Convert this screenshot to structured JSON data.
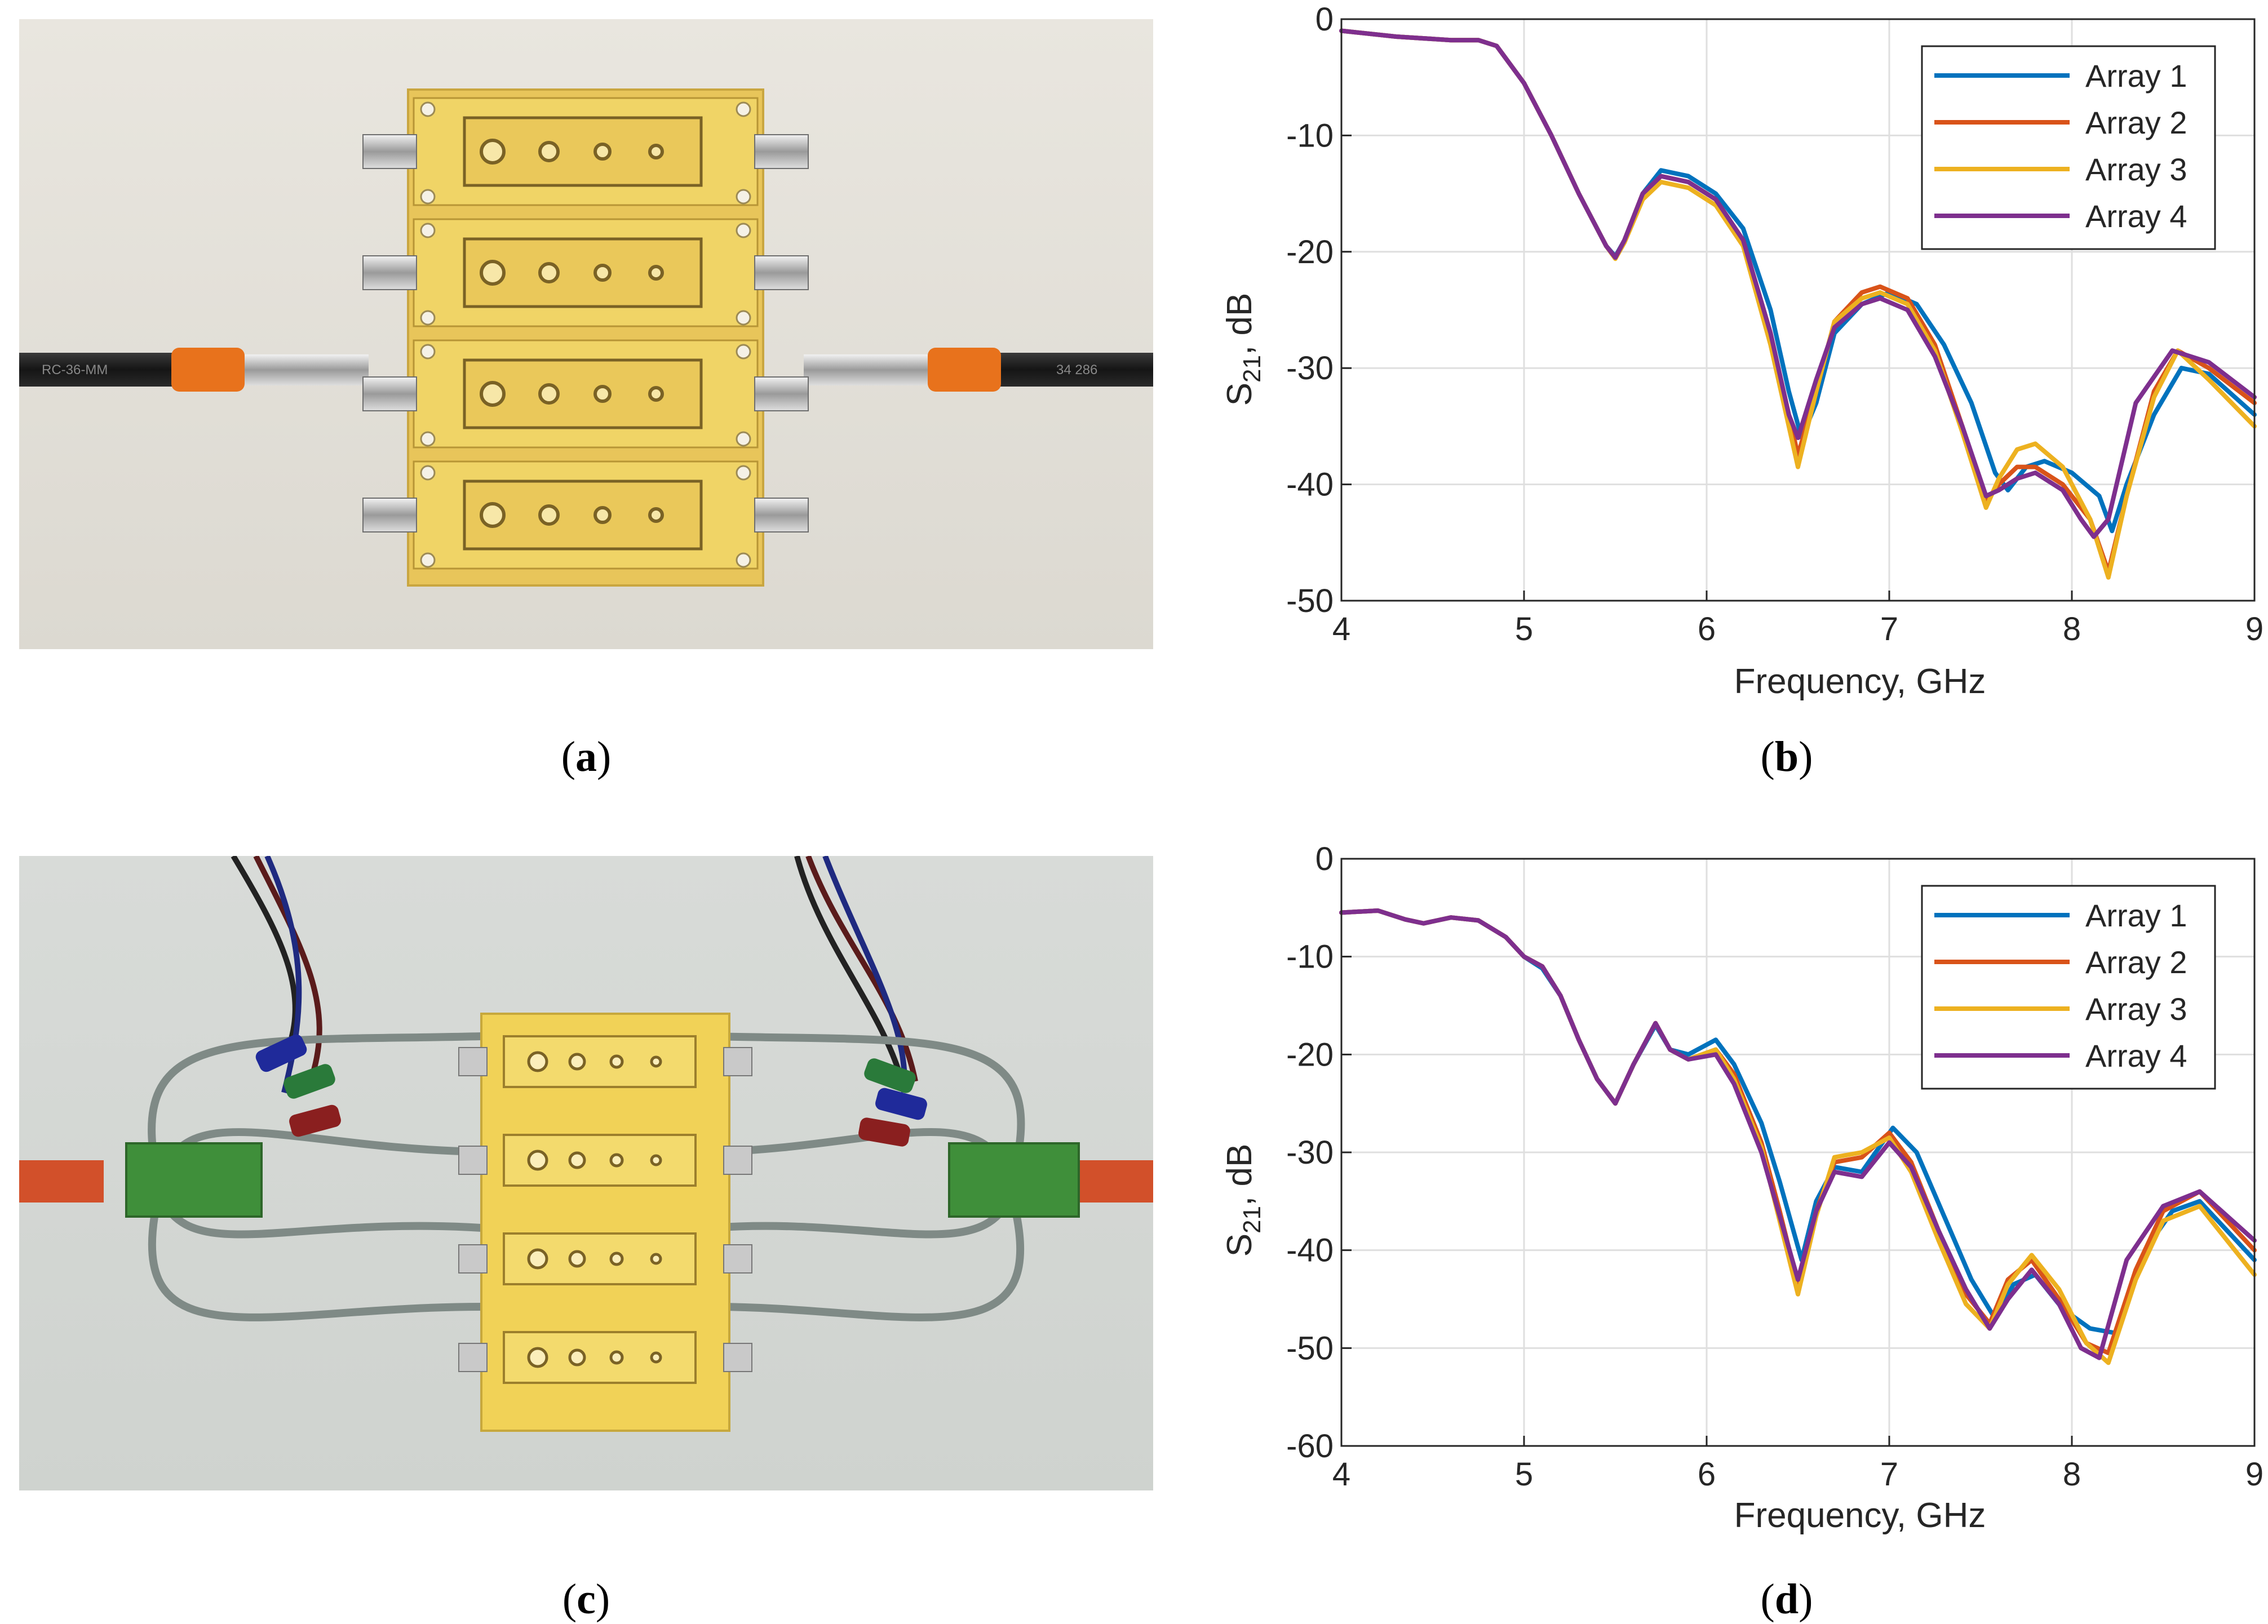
{
  "panels": {
    "a": {
      "label": "a"
    },
    "b": {
      "label": "b"
    },
    "c": {
      "label": "c"
    },
    "d": {
      "label": "d"
    }
  },
  "photo_a": {
    "cable_text_left": "RC-36-MM",
    "cable_text_right": "34 286"
  },
  "colors": {
    "Array 1": "#0072BD",
    "Array 2": "#D95319",
    "Array 3": "#EDB120",
    "Array 4": "#7E2F8E"
  },
  "chart_data": [
    {
      "id": "b",
      "type": "line",
      "title": "",
      "xlabel": "Frequency, GHz",
      "ylabel_main": "S",
      "ylabel_sub": "21",
      "ylabel_tail": ", dB",
      "xlim": [
        4,
        9
      ],
      "ylim": [
        -50,
        0
      ],
      "xticks": [
        4,
        5,
        6,
        7,
        8,
        9
      ],
      "yticks": [
        0,
        -10,
        -20,
        -30,
        -40,
        -50
      ],
      "grid": true,
      "legend": "top-right",
      "series": [
        {
          "name": "Array 1",
          "color": "#0072BD",
          "x": [
            4,
            4.3,
            4.6,
            4.75,
            4.85,
            5.0,
            5.15,
            5.3,
            5.45,
            5.5,
            5.55,
            5.65,
            5.75,
            5.9,
            6.05,
            6.2,
            6.35,
            6.45,
            6.52,
            6.6,
            6.7,
            6.85,
            7.0,
            7.15,
            7.3,
            7.45,
            7.58,
            7.65,
            7.75,
            7.85,
            8.0,
            8.15,
            8.22,
            8.3,
            8.45,
            8.6,
            8.75,
            9.0
          ],
          "y": [
            -1,
            -1.5,
            -1.8,
            -1.8,
            -2.3,
            -5.5,
            -10,
            -15,
            -19.5,
            -20.4,
            -19,
            -15,
            -13,
            -13.5,
            -15,
            -18,
            -25,
            -32,
            -36,
            -33,
            -27,
            -24.5,
            -23.5,
            -24.5,
            -28,
            -33,
            -39,
            -40.5,
            -38.5,
            -38,
            -39,
            -41,
            -44,
            -40,
            -34,
            -30,
            -30.5,
            -34
          ]
        },
        {
          "name": "Array 2",
          "color": "#D95319",
          "x": [
            4,
            4.3,
            4.6,
            4.75,
            4.85,
            5.0,
            5.15,
            5.3,
            5.45,
            5.5,
            5.55,
            5.65,
            5.75,
            5.9,
            6.05,
            6.2,
            6.35,
            6.45,
            6.5,
            6.6,
            6.7,
            6.85,
            6.95,
            7.1,
            7.25,
            7.4,
            7.53,
            7.6,
            7.7,
            7.8,
            7.95,
            8.1,
            8.2,
            8.3,
            8.45,
            8.58,
            8.75,
            9.0
          ],
          "y": [
            -1,
            -1.5,
            -1.8,
            -1.8,
            -2.3,
            -5.5,
            -10,
            -15,
            -19.5,
            -20.5,
            -19,
            -15,
            -13.5,
            -14,
            -15.5,
            -19,
            -27,
            -34,
            -37.5,
            -32,
            -26,
            -23.5,
            -23,
            -24,
            -28,
            -35,
            -41.5,
            -40,
            -38.5,
            -38.5,
            -40,
            -43,
            -47.5,
            -41,
            -32,
            -28.5,
            -30,
            -33
          ]
        },
        {
          "name": "Array 3",
          "color": "#EDB120",
          "x": [
            4,
            4.3,
            4.6,
            4.75,
            4.85,
            5.0,
            5.15,
            5.3,
            5.45,
            5.5,
            5.55,
            5.65,
            5.75,
            5.9,
            6.05,
            6.2,
            6.35,
            6.45,
            6.5,
            6.6,
            6.7,
            6.85,
            6.95,
            7.1,
            7.25,
            7.4,
            7.53,
            7.6,
            7.7,
            7.8,
            7.95,
            8.1,
            8.2,
            8.3,
            8.45,
            8.58,
            8.75,
            9.0
          ],
          "y": [
            -1,
            -1.5,
            -1.8,
            -1.8,
            -2.3,
            -5.5,
            -10,
            -15,
            -19.5,
            -20.6,
            -19.2,
            -15.5,
            -14,
            -14.5,
            -16,
            -19.5,
            -28,
            -35,
            -38.5,
            -32,
            -26,
            -24,
            -23.5,
            -24.5,
            -28.5,
            -35.5,
            -42,
            -39.5,
            -37,
            -36.5,
            -38.5,
            -43,
            -48,
            -41,
            -32.5,
            -28.5,
            -31,
            -35
          ]
        },
        {
          "name": "Array 4",
          "color": "#7E2F8E",
          "x": [
            4,
            4.3,
            4.6,
            4.75,
            4.85,
            5.0,
            5.15,
            5.3,
            5.45,
            5.5,
            5.55,
            5.65,
            5.75,
            5.9,
            6.05,
            6.2,
            6.35,
            6.45,
            6.5,
            6.6,
            6.7,
            6.85,
            6.95,
            7.1,
            7.25,
            7.4,
            7.53,
            7.6,
            7.7,
            7.8,
            7.95,
            8.05,
            8.12,
            8.2,
            8.35,
            8.55,
            8.75,
            9.0
          ],
          "y": [
            -1,
            -1.5,
            -1.8,
            -1.8,
            -2.3,
            -5.5,
            -10,
            -15,
            -19.5,
            -20.5,
            -19,
            -15,
            -13.5,
            -14,
            -15.5,
            -19,
            -27,
            -34,
            -36,
            -31,
            -26.5,
            -24.5,
            -24,
            -25,
            -29,
            -35,
            -41,
            -40.5,
            -39.5,
            -39,
            -40.5,
            -43,
            -44.5,
            -43,
            -33,
            -28.5,
            -29.5,
            -32.5
          ]
        }
      ]
    },
    {
      "id": "d",
      "type": "line",
      "title": "",
      "xlabel": "Frequency, GHz",
      "ylabel_main": "S",
      "ylabel_sub": "21",
      "ylabel_tail": ", dB",
      "xlim": [
        4,
        9
      ],
      "ylim": [
        -60,
        0
      ],
      "xticks": [
        4,
        5,
        6,
        7,
        8,
        9
      ],
      "yticks": [
        0,
        -10,
        -20,
        -30,
        -40,
        -50,
        -60
      ],
      "grid": true,
      "legend": "top-right",
      "series": [
        {
          "name": "Array 1",
          "color": "#0072BD",
          "x": [
            4,
            4.2,
            4.35,
            4.45,
            4.6,
            4.75,
            4.9,
            5.0,
            5.1,
            5.2,
            5.3,
            5.4,
            5.5,
            5.6,
            5.72,
            5.8,
            5.9,
            6.05,
            6.15,
            6.3,
            6.4,
            6.52,
            6.6,
            6.7,
            6.85,
            7.02,
            7.15,
            7.3,
            7.45,
            7.58,
            7.68,
            7.8,
            7.95,
            8.1,
            8.25,
            8.4,
            8.55,
            8.7,
            9.0
          ],
          "y": [
            -5.5,
            -5.3,
            -6.2,
            -6.6,
            -6,
            -6.3,
            -8,
            -10,
            -11.2,
            -14,
            -18.5,
            -22.5,
            -25,
            -21,
            -17,
            -19.5,
            -20,
            -18.5,
            -21,
            -27,
            -33,
            -41,
            -35,
            -31.5,
            -32,
            -27.5,
            -30,
            -36.5,
            -43,
            -47,
            -43.5,
            -42.5,
            -46,
            -48,
            -48.5,
            -40,
            -36,
            -35,
            -41
          ]
        },
        {
          "name": "Array 2",
          "color": "#D95319",
          "x": [
            4,
            4.2,
            4.35,
            4.45,
            4.6,
            4.75,
            4.9,
            5.0,
            5.1,
            5.2,
            5.3,
            5.4,
            5.5,
            5.6,
            5.72,
            5.8,
            5.9,
            6.05,
            6.15,
            6.3,
            6.4,
            6.5,
            6.6,
            6.7,
            6.85,
            7.0,
            7.12,
            7.27,
            7.42,
            7.55,
            7.65,
            7.78,
            7.93,
            8.08,
            8.2,
            8.35,
            8.5,
            8.7,
            9.0
          ],
          "y": [
            -5.5,
            -5.3,
            -6.2,
            -6.6,
            -6,
            -6.3,
            -8,
            -10,
            -11,
            -14,
            -18.5,
            -22.5,
            -25,
            -21,
            -16.8,
            -19.5,
            -20.5,
            -19.5,
            -22,
            -29,
            -36,
            -43.5,
            -36,
            -31,
            -30.5,
            -28,
            -31,
            -38,
            -44.5,
            -47.5,
            -43,
            -41,
            -45,
            -49.5,
            -50.5,
            -42,
            -36,
            -34,
            -40
          ]
        },
        {
          "name": "Array 3",
          "color": "#EDB120",
          "x": [
            4,
            4.2,
            4.35,
            4.45,
            4.6,
            4.75,
            4.9,
            5.0,
            5.1,
            5.2,
            5.3,
            5.4,
            5.5,
            5.6,
            5.72,
            5.8,
            5.9,
            6.05,
            6.15,
            6.3,
            6.4,
            6.5,
            6.6,
            6.7,
            6.85,
            7.0,
            7.12,
            7.27,
            7.42,
            7.55,
            7.65,
            7.78,
            7.93,
            8.08,
            8.2,
            8.35,
            8.5,
            8.7,
            9.0
          ],
          "y": [
            -5.5,
            -5.3,
            -6.2,
            -6.6,
            -6,
            -6.3,
            -8,
            -10,
            -11,
            -14,
            -18.5,
            -22.5,
            -25,
            -21,
            -16.8,
            -19.5,
            -20.5,
            -19.5,
            -22.5,
            -29.5,
            -37,
            -44.5,
            -36.5,
            -30.5,
            -30,
            -28.5,
            -32,
            -39,
            -45.5,
            -48,
            -43.5,
            -40.5,
            -44,
            -49.5,
            -51.5,
            -43,
            -37,
            -35.5,
            -42.5
          ]
        },
        {
          "name": "Array 4",
          "color": "#7E2F8E",
          "x": [
            4,
            4.2,
            4.35,
            4.45,
            4.6,
            4.75,
            4.9,
            5.0,
            5.1,
            5.2,
            5.3,
            5.4,
            5.5,
            5.6,
            5.72,
            5.8,
            5.9,
            6.05,
            6.15,
            6.3,
            6.4,
            6.5,
            6.6,
            6.7,
            6.85,
            7.0,
            7.12,
            7.27,
            7.42,
            7.55,
            7.65,
            7.78,
            7.93,
            8.05,
            8.15,
            8.3,
            8.5,
            8.7,
            9.0
          ],
          "y": [
            -5.5,
            -5.3,
            -6.2,
            -6.6,
            -6,
            -6.3,
            -8,
            -10,
            -11,
            -14,
            -18.5,
            -22.5,
            -25,
            -21,
            -16.8,
            -19.5,
            -20.5,
            -20,
            -23,
            -30,
            -36.5,
            -43,
            -36,
            -32,
            -32.5,
            -29,
            -31.5,
            -38,
            -44,
            -48,
            -45,
            -42,
            -45.5,
            -50,
            -51,
            -41,
            -35.5,
            -34,
            -39
          ]
        }
      ]
    }
  ]
}
